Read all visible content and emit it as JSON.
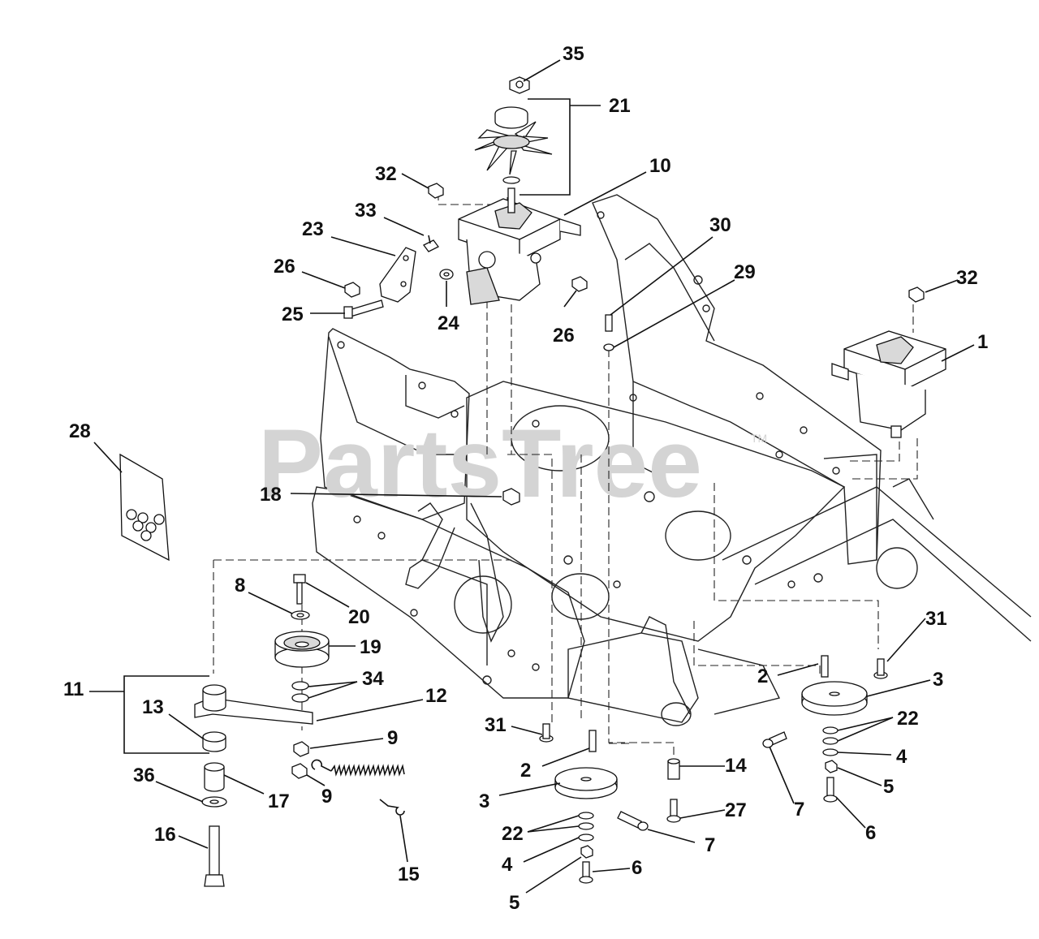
{
  "watermark": {
    "text": "PartsTree",
    "trademark": "TM"
  },
  "callouts": [
    {
      "id": "c35",
      "label": "35"
    },
    {
      "id": "c21",
      "label": "21"
    },
    {
      "id": "c10",
      "label": "10"
    },
    {
      "id": "c32a",
      "label": "32"
    },
    {
      "id": "c33",
      "label": "33"
    },
    {
      "id": "c23",
      "label": "23"
    },
    {
      "id": "c26a",
      "label": "26"
    },
    {
      "id": "c25",
      "label": "25"
    },
    {
      "id": "c24",
      "label": "24"
    },
    {
      "id": "c26b",
      "label": "26"
    },
    {
      "id": "c30",
      "label": "30"
    },
    {
      "id": "c29",
      "label": "29"
    },
    {
      "id": "c32b",
      "label": "32"
    },
    {
      "id": "c1",
      "label": "1"
    },
    {
      "id": "c28",
      "label": "28"
    },
    {
      "id": "c18",
      "label": "18"
    },
    {
      "id": "c8",
      "label": "8"
    },
    {
      "id": "c20",
      "label": "20"
    },
    {
      "id": "c19",
      "label": "19"
    },
    {
      "id": "c34",
      "label": "34"
    },
    {
      "id": "c11",
      "label": "11"
    },
    {
      "id": "c12",
      "label": "12"
    },
    {
      "id": "c13",
      "label": "13"
    },
    {
      "id": "c9a",
      "label": "9"
    },
    {
      "id": "c9b",
      "label": "9"
    },
    {
      "id": "c36",
      "label": "36"
    },
    {
      "id": "c17",
      "label": "17"
    },
    {
      "id": "c16",
      "label": "16"
    },
    {
      "id": "c15",
      "label": "15"
    },
    {
      "id": "c31a",
      "label": "31"
    },
    {
      "id": "c2a",
      "label": "2"
    },
    {
      "id": "c3a",
      "label": "3"
    },
    {
      "id": "c22a",
      "label": "22"
    },
    {
      "id": "c4a",
      "label": "4"
    },
    {
      "id": "c5a",
      "label": "5"
    },
    {
      "id": "c6a",
      "label": "6"
    },
    {
      "id": "c7a",
      "label": "7"
    },
    {
      "id": "c14",
      "label": "14"
    },
    {
      "id": "c27",
      "label": "27"
    },
    {
      "id": "c31b",
      "label": "31"
    },
    {
      "id": "c2b",
      "label": "2"
    },
    {
      "id": "c3b",
      "label": "3"
    },
    {
      "id": "c22b",
      "label": "22"
    },
    {
      "id": "c4b",
      "label": "4"
    },
    {
      "id": "c5b",
      "label": "5"
    },
    {
      "id": "c6b",
      "label": "6"
    },
    {
      "id": "c7b",
      "label": "7"
    }
  ]
}
